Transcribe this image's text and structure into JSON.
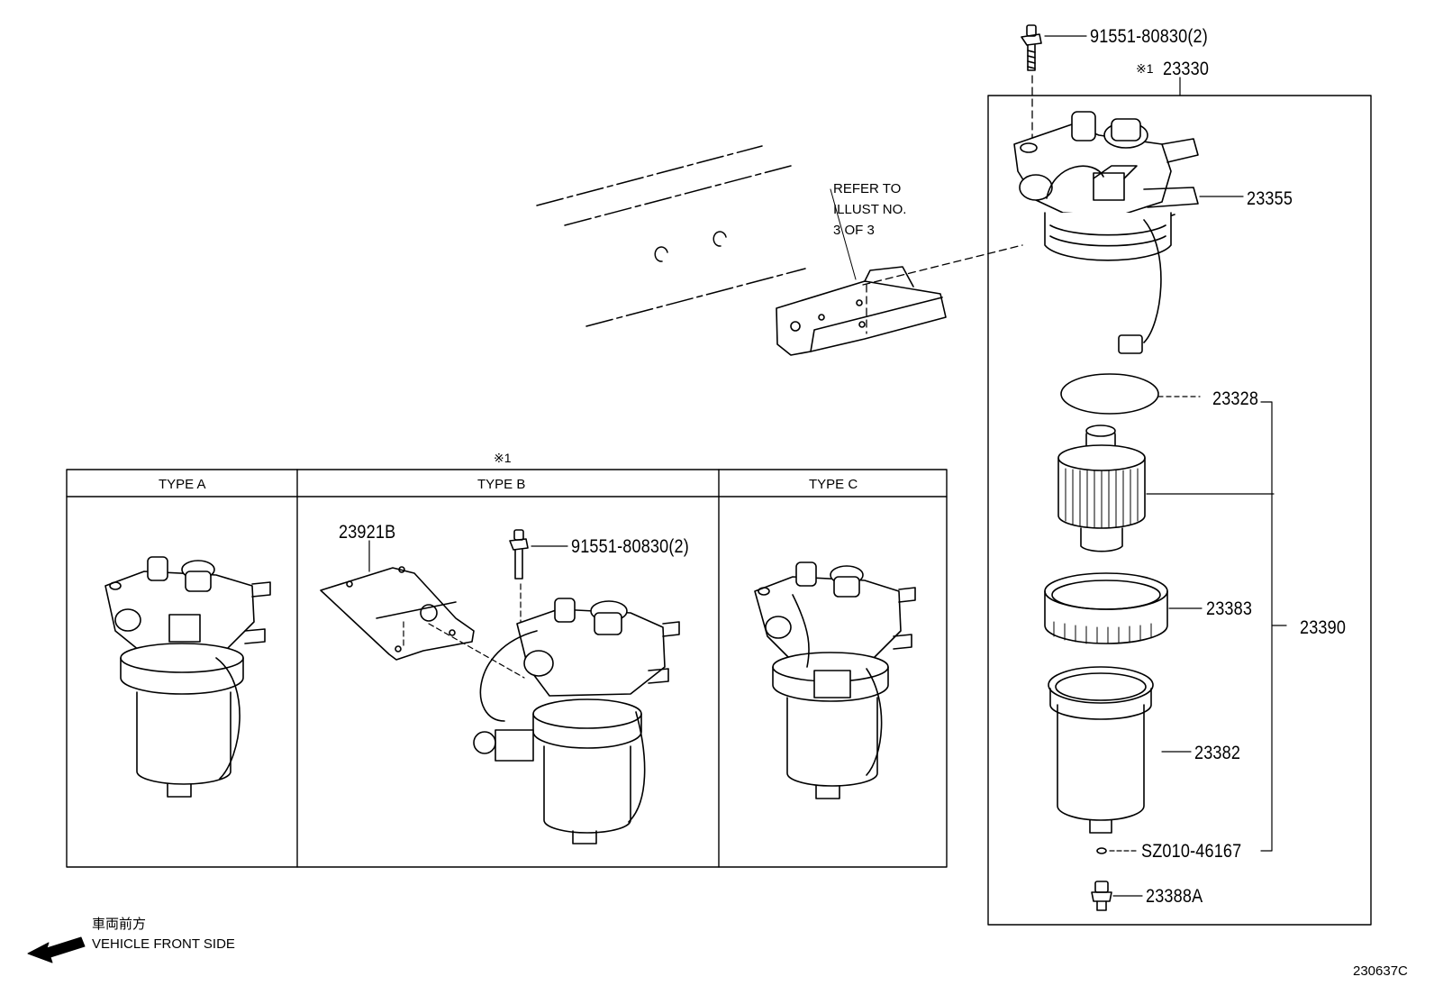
{
  "refer_note": [
    "REFER TO",
    "ILLUST NO.",
    "3 OF 3"
  ],
  "callouts": {
    "bolt_top": "91551-80830(2)",
    "assy_mark": "※1",
    "assy": "23330",
    "head": "23355",
    "oring": "23328",
    "element": "23383",
    "group": "23390",
    "case": "23382",
    "ring": "SZ010-46167",
    "plug": "23388A",
    "bracket": "23921B",
    "bolt_b": "91551-80830(2)"
  },
  "variants": {
    "mark": "※1",
    "headers": [
      "TYPE A",
      "TYPE B",
      "TYPE C"
    ]
  },
  "direction": {
    "jp": "車両前方",
    "en": "VEHICLE FRONT SIDE"
  },
  "illustration_id": "230637C"
}
